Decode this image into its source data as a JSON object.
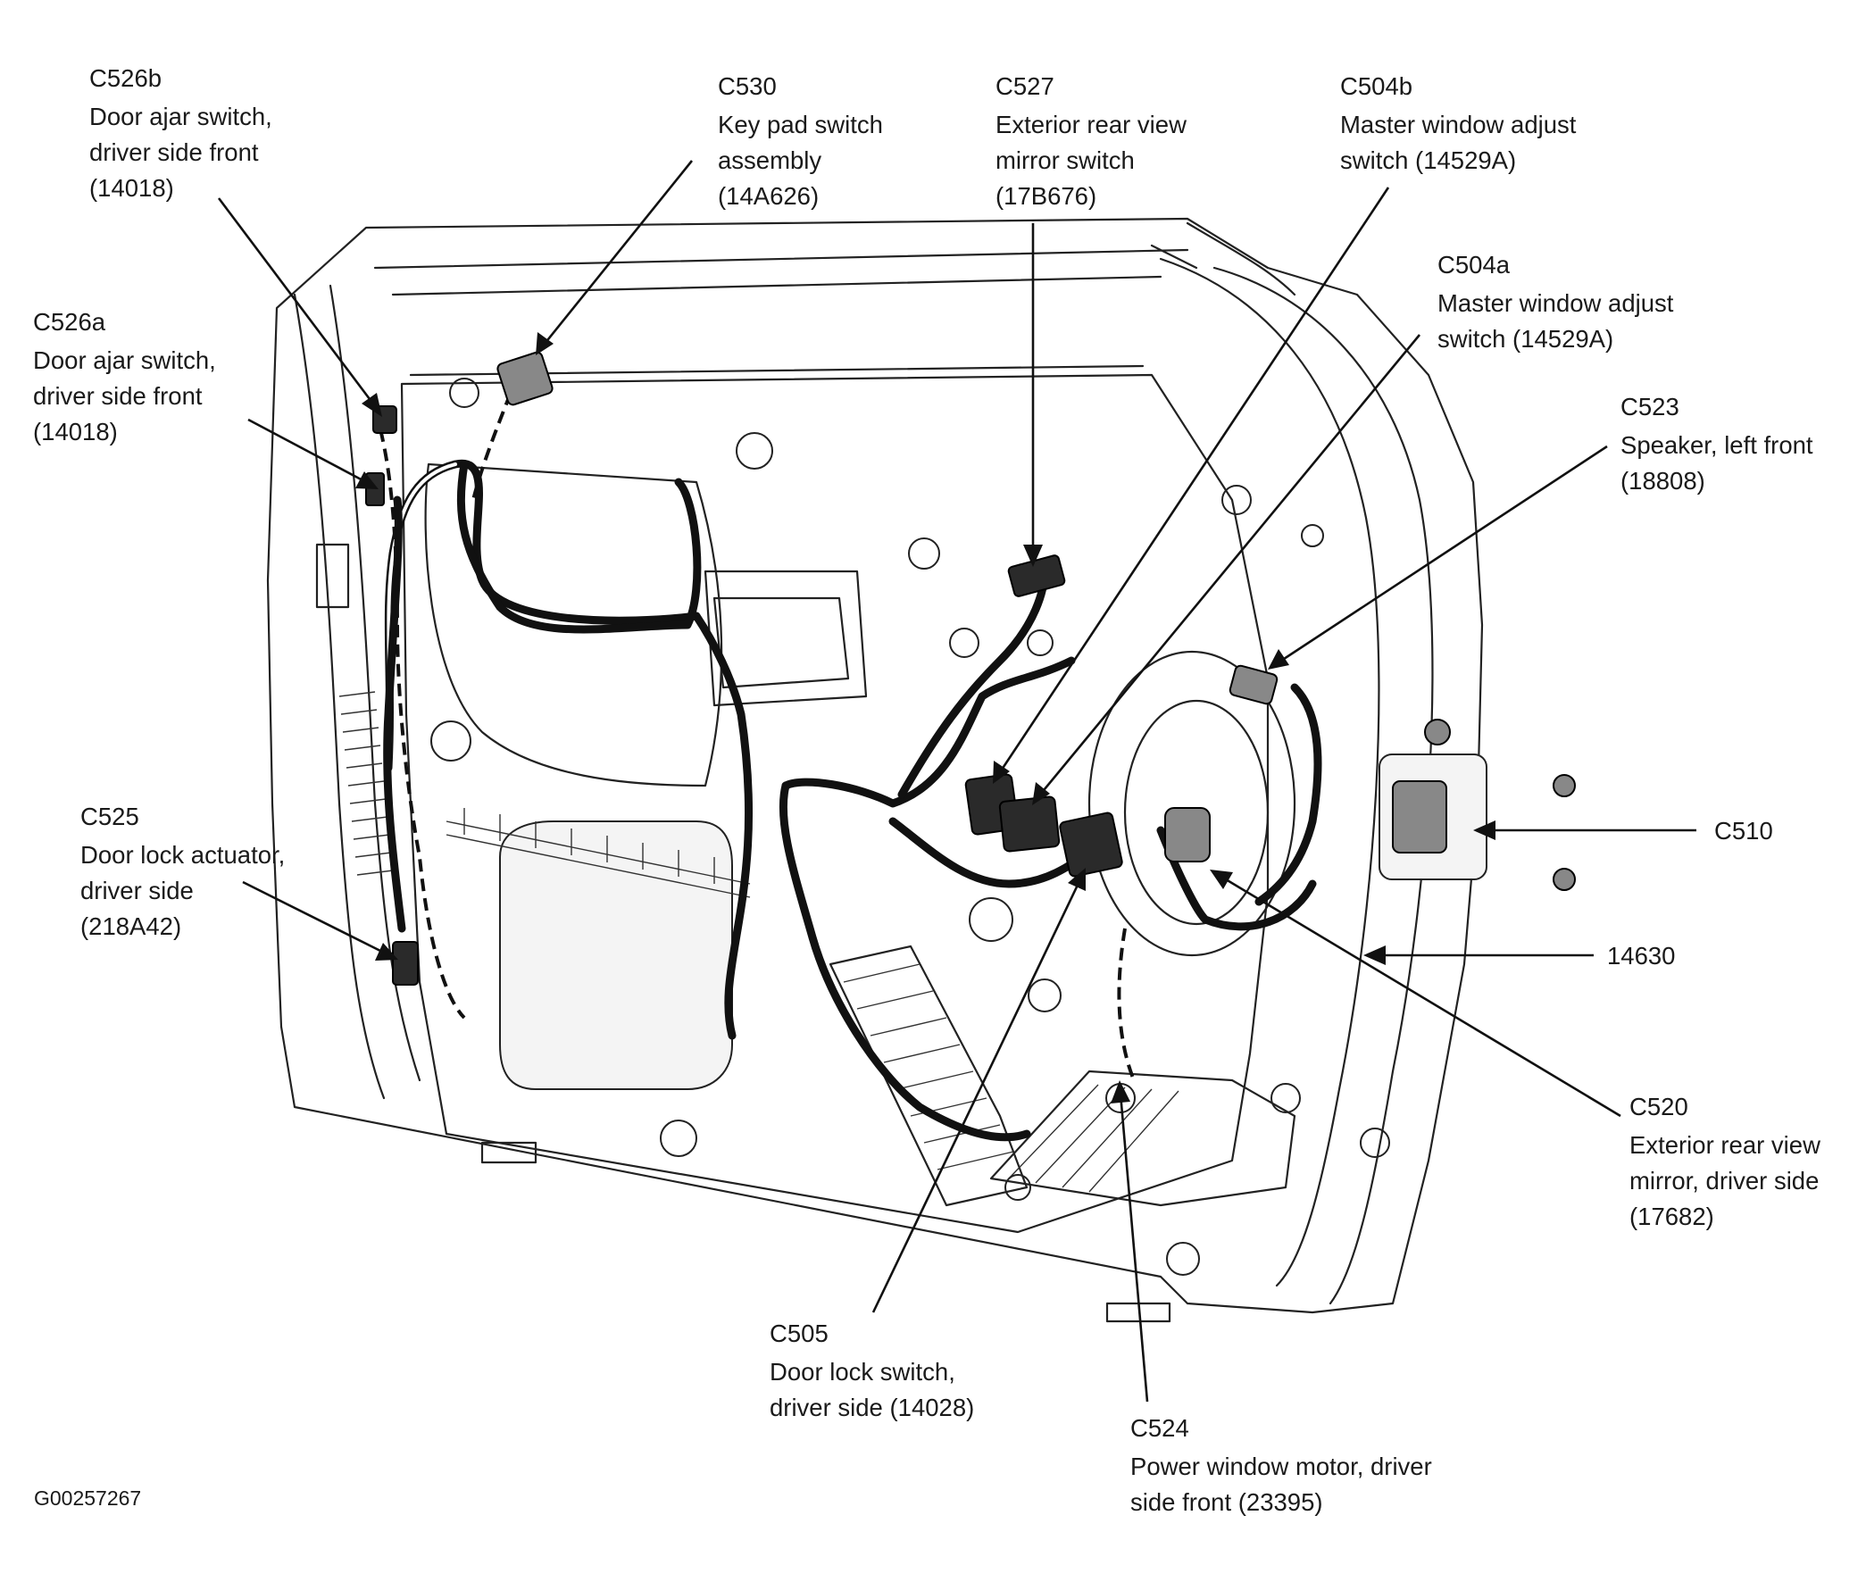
{
  "callouts": [
    {
      "id": "C526b",
      "lines": [
        "C526b",
        "Door ajar switch,",
        "driver side front",
        "(14018)"
      ]
    },
    {
      "id": "C530",
      "lines": [
        "C530",
        "Key pad switch",
        "assembly",
        "(14A626)"
      ]
    },
    {
      "id": "C527",
      "lines": [
        "C527",
        "Exterior rear view",
        "mirror switch",
        "(17B676)"
      ]
    },
    {
      "id": "C504b",
      "lines": [
        "C504b",
        "Master window adjust",
        "switch (14529A)"
      ]
    },
    {
      "id": "C504a",
      "lines": [
        "C504a",
        "Master window adjust",
        "switch (14529A)"
      ]
    },
    {
      "id": "C526a",
      "lines": [
        "C526a",
        "Door ajar switch,",
        "driver side front",
        "(14018)"
      ]
    },
    {
      "id": "C523",
      "lines": [
        "C523",
        "Speaker, left front",
        "(18808)"
      ]
    },
    {
      "id": "C510",
      "lines": [
        "C510"
      ]
    },
    {
      "id": "C525",
      "lines": [
        "C525",
        "Door lock actuator,",
        "driver side",
        "(218A42)"
      ]
    },
    {
      "id": "14630",
      "lines": [
        "14630"
      ]
    },
    {
      "id": "C520",
      "lines": [
        "C520",
        "Exterior rear view",
        "mirror, driver side",
        "(17682)"
      ]
    },
    {
      "id": "C505",
      "lines": [
        "C505",
        "Door lock switch,",
        "driver side (14028)"
      ]
    },
    {
      "id": "C524",
      "lines": [
        "C524",
        "Power window motor, driver",
        "side front (23395)"
      ]
    }
  ],
  "figure_ref": "G00257267"
}
